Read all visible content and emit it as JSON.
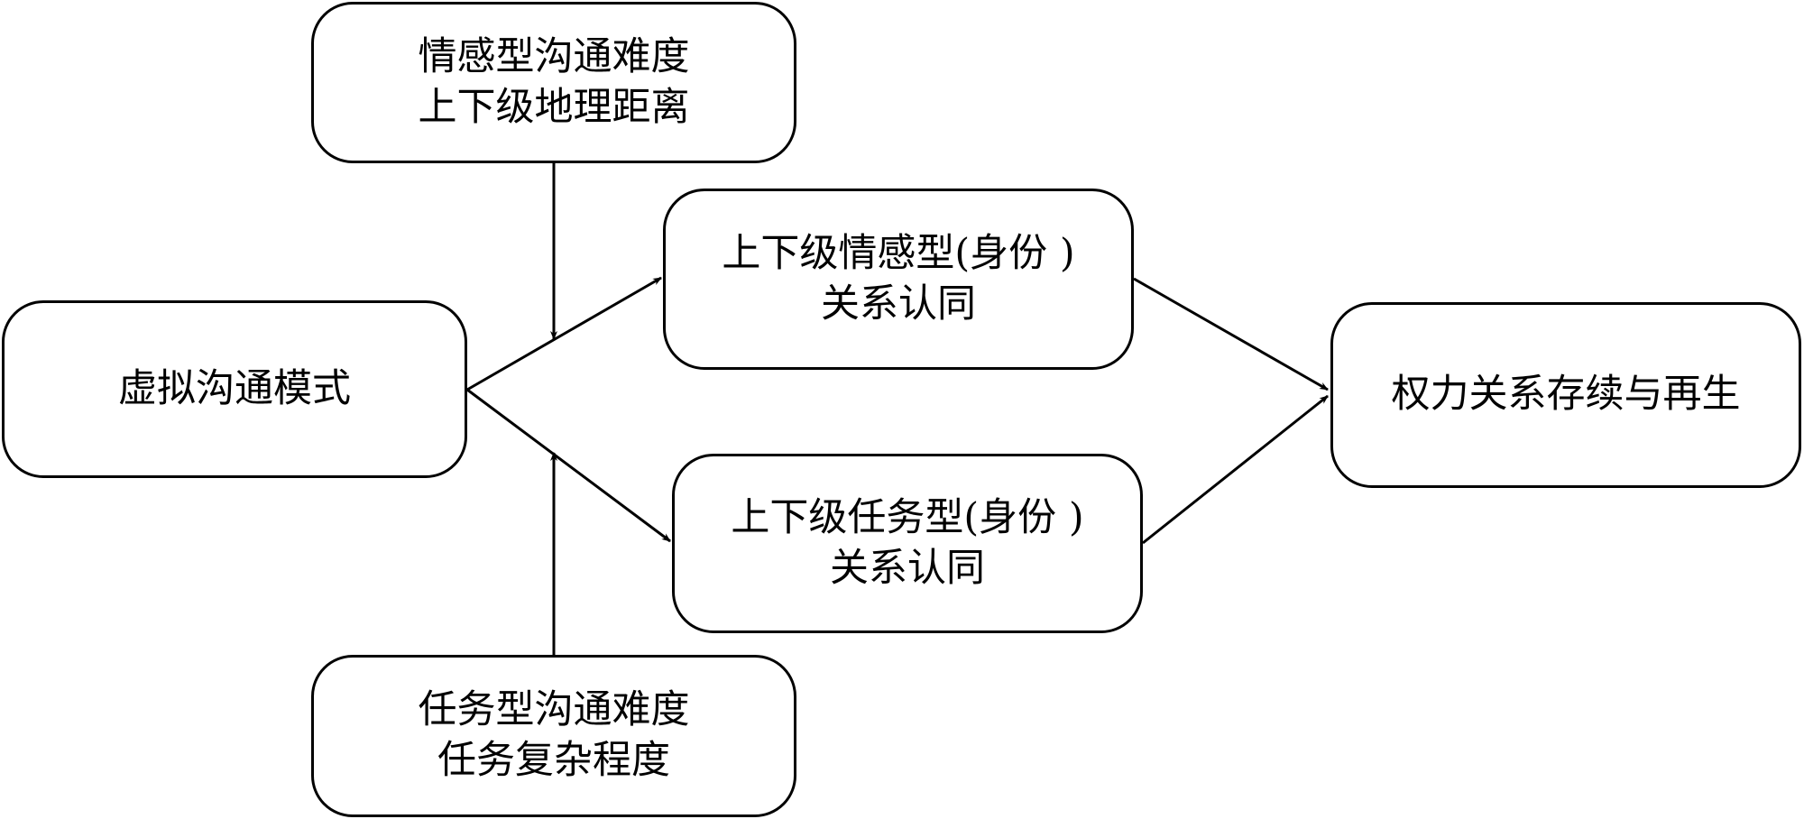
{
  "diagram": {
    "nodes": {
      "top_moderator": {
        "lines": [
          "情感型沟通难度",
          "上下级地理距离"
        ]
      },
      "virtual_mode": {
        "lines": [
          "虚拟沟通模式"
        ]
      },
      "emotional_identity": {
        "lines": [
          "上下级情感型(身份 )",
          "关系认同"
        ]
      },
      "task_identity": {
        "lines": [
          "上下级任务型(身份 )",
          "关系认同"
        ]
      },
      "power_outcome": {
        "lines": [
          "权力关系存续与再生"
        ]
      },
      "bottom_moderator": {
        "lines": [
          "任务型沟通难度",
          "任务复杂程度"
        ]
      }
    },
    "edges": [
      {
        "from": "virtual_mode",
        "to": "emotional_identity"
      },
      {
        "from": "virtual_mode",
        "to": "task_identity"
      },
      {
        "from": "emotional_identity",
        "to": "power_outcome"
      },
      {
        "from": "task_identity",
        "to": "power_outcome"
      },
      {
        "from": "top_moderator",
        "to": "virtual_mode->emotional_identity"
      },
      {
        "from": "bottom_moderator",
        "to": "virtual_mode->task_identity"
      }
    ],
    "colors": {
      "stroke": "#000000",
      "fill": "#ffffff",
      "text": "#000000"
    }
  }
}
